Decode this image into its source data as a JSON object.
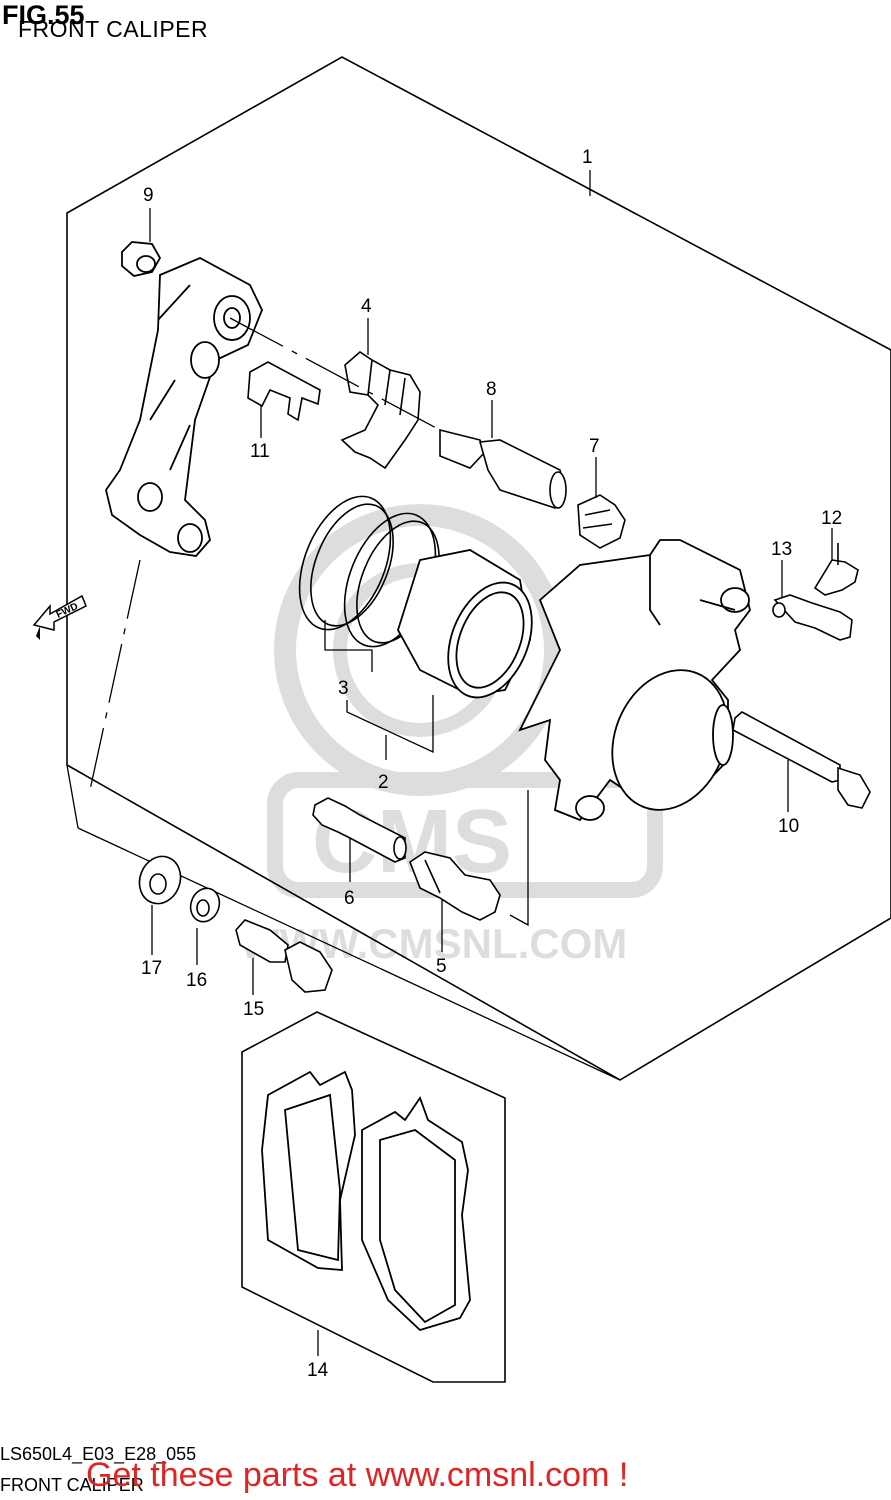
{
  "figure": {
    "number_label": "FIG.55",
    "title": "FRONT CALIPER"
  },
  "footer": {
    "model_code": "LS650L4_E03_E28_055",
    "section_name": "FRONT CALIPER"
  },
  "watermark": {
    "brand": "CMS",
    "url": "WWW.CMSNL.COM"
  },
  "promo": {
    "text": "Get these parts at www.cmsnl.com !",
    "color": "#e02424"
  },
  "direction_marker": "FWD",
  "callouts": [
    "1",
    "2",
    "3",
    "4",
    "5",
    "6",
    "7",
    "8",
    "9",
    "10",
    "11",
    "12",
    "13",
    "14",
    "15",
    "16",
    "17"
  ]
}
